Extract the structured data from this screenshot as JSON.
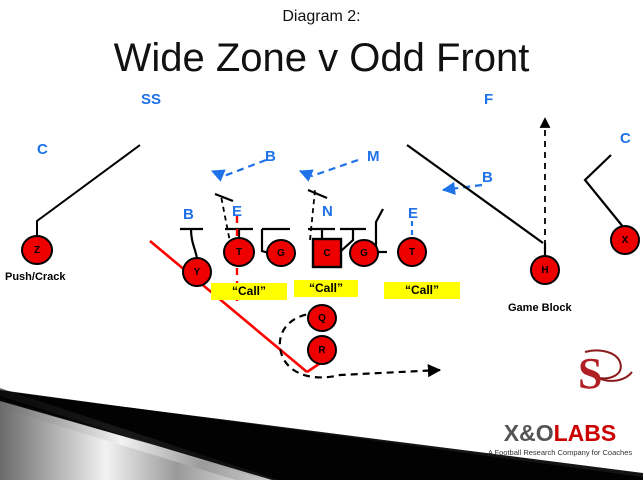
{
  "slide": {
    "subtitle": "Diagram 2:",
    "title": "Wide Zone v Odd Front"
  },
  "colors": {
    "player_fill": "#ee0000",
    "player_stroke": "#000000",
    "defense_label": "#1f72e8",
    "call_box": "#ffff00",
    "red_line": "#ff0000",
    "route_line": "#000000"
  },
  "offense": {
    "players": [
      {
        "letter": "Z",
        "shape": "circle",
        "name": "player-z"
      },
      {
        "letter": "Y",
        "shape": "circle",
        "name": "player-y"
      },
      {
        "letter": "T",
        "shape": "circle",
        "name": "player-left-tackle"
      },
      {
        "letter": "G",
        "shape": "circle",
        "name": "player-left-guard"
      },
      {
        "letter": "C",
        "shape": "square",
        "name": "player-center"
      },
      {
        "letter": "G",
        "shape": "circle",
        "name": "player-right-guard"
      },
      {
        "letter": "T",
        "shape": "circle",
        "name": "player-right-tackle"
      },
      {
        "letter": "H",
        "shape": "circle",
        "name": "player-h"
      },
      {
        "letter": "X",
        "shape": "circle",
        "name": "player-x"
      },
      {
        "letter": "Q",
        "shape": "circle",
        "name": "player-quarterback"
      },
      {
        "letter": "R",
        "shape": "circle",
        "name": "player-running-back"
      }
    ]
  },
  "defense": {
    "labels": [
      {
        "text": "SS",
        "name": "defender-strong-safety"
      },
      {
        "text": "F",
        "name": "defender-free-safety"
      },
      {
        "text": "C",
        "name": "defender-corner-left"
      },
      {
        "text": "C",
        "name": "defender-corner-right"
      },
      {
        "text": "B",
        "name": "defender-backer-left-outside"
      },
      {
        "text": "B",
        "name": "defender-backer-left-inside"
      },
      {
        "text": "M",
        "name": "defender-mike"
      },
      {
        "text": "B",
        "name": "defender-backer-right"
      },
      {
        "text": "E",
        "name": "defender-end-left"
      },
      {
        "text": "N",
        "name": "defender-nose"
      },
      {
        "text": "E",
        "name": "defender-end-right"
      }
    ]
  },
  "annotations": {
    "push_crack": "Push/Crack",
    "game_block": "Game Block",
    "call_boxes": [
      {
        "text": "“Call”",
        "name": "call-box-left"
      },
      {
        "text": "“Call”",
        "name": "call-box-center"
      },
      {
        "text": "“Call”",
        "name": "call-box-right"
      }
    ]
  },
  "branding": {
    "logo_xo": "X&O",
    "logo_labs": "LABS",
    "tagline": "A Football Research Company for Coaches",
    "team_mark": "S"
  }
}
